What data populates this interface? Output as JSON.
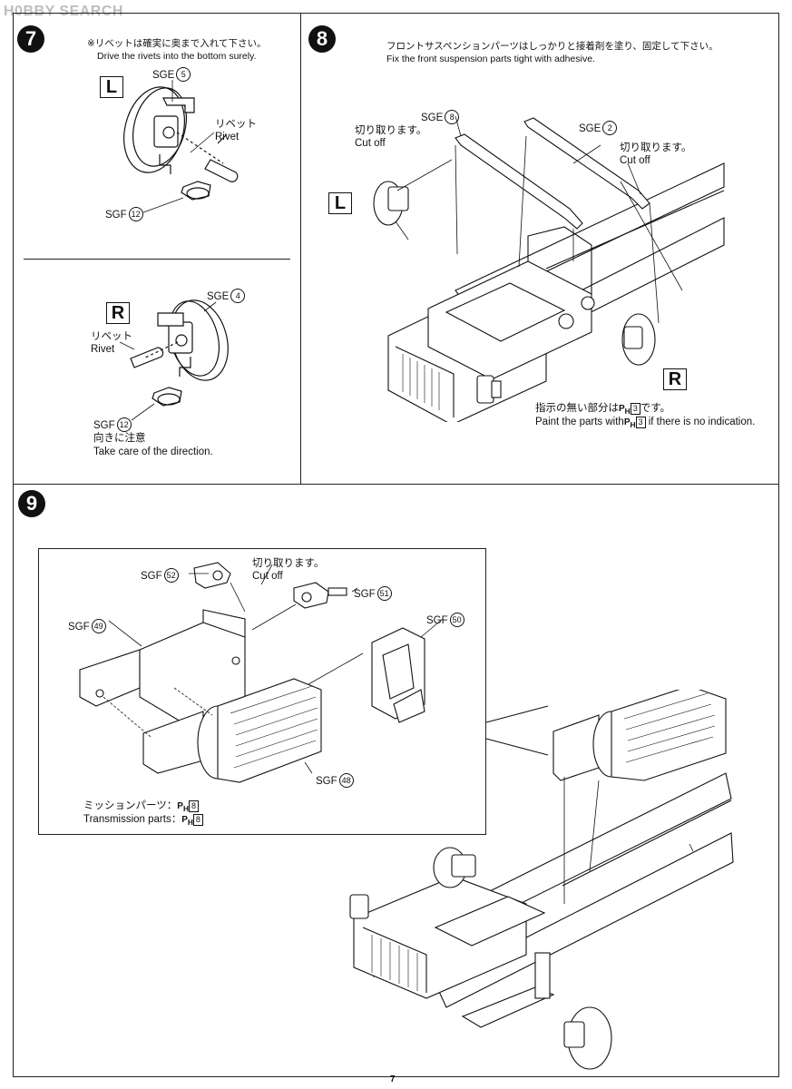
{
  "watermark": "H0BBY SEARCH",
  "page_number": "7",
  "step7": {
    "number": "7",
    "note_jp": "※リベットは確実に奥まで入れて下さい。",
    "note_en": "Drive the rivets into the bottom surely.",
    "left": {
      "side": "L",
      "part_sge": "SGE",
      "part_sge_num": "5",
      "rivet_jp": "リベット",
      "rivet_en": "Rivet",
      "part_sgf": "SGF",
      "part_sgf_num": "12"
    },
    "right": {
      "side": "R",
      "part_sge": "SGE",
      "part_sge_num": "4",
      "rivet_jp": "リベット",
      "rivet_en": "Rivet",
      "part_sgf": "SGF",
      "part_sgf_num": "12",
      "caution_jp": "向きに注意",
      "caution_en": "Take care of the direction."
    }
  },
  "step8": {
    "number": "8",
    "note_jp": "フロントサスペンションパーツはしっかりと接着剤を塗り、固定して下さい。",
    "note_en": "Fix the front suspension parts tight with adhesive.",
    "sge8": "SGE",
    "sge8_num": "8",
    "cutoff1_jp": "切り取ります。",
    "cutoff1_en": "Cut off",
    "sge2": "SGE",
    "sge2_num": "2",
    "cutoff2_jp": "切り取ります。",
    "cutoff2_en": "Cut off",
    "side_l": "L",
    "side_r": "R",
    "paint_jp_pre": "指示の無い部分は",
    "paint_jp_post": "です。",
    "paint_en_pre": "Paint the parts with",
    "paint_en_post": "if there is no indication.",
    "paint_code": "P",
    "paint_sub": "H",
    "paint_num": "3"
  },
  "step9": {
    "number": "9",
    "sgf52": "SGF",
    "sgf52_num": "52",
    "cutoff_jp": "切り取ります。",
    "cutoff_en": "Cut off",
    "sgf51": "SGF",
    "sgf51_num": "51",
    "sgf49": "SGF",
    "sgf49_num": "49",
    "sgf50": "SGF",
    "sgf50_num": "50",
    "sgf48": "SGF",
    "sgf48_num": "48",
    "mission_jp": "ミッションパーツ：",
    "mission_en": "Transmission parts：",
    "paint_code": "P",
    "paint_sub": "H",
    "paint_num": "8"
  }
}
